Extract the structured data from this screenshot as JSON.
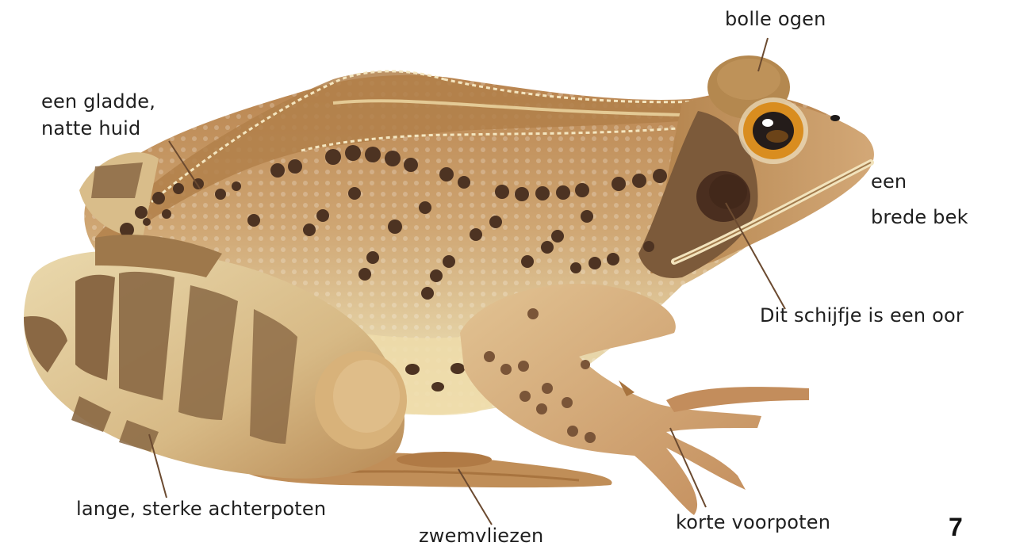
{
  "labels": {
    "bolle_ogen": "bolle ogen",
    "gladde_huid_line1": "een gladde,",
    "gladde_huid_line2": "natte huid",
    "brede_bek_line1": "een",
    "brede_bek_line2": "brede bek",
    "oor": "Dit schijfje is een oor",
    "achterpoten": "lange, sterke achterpoten",
    "zwemvliezen": "zwemvliezen",
    "voorpoten": "korte voorpoten"
  },
  "page_number": "7",
  "colors": {
    "body_light": "#e3cfa2",
    "body_mid": "#c99d68",
    "body_dark": "#8a6640",
    "stripe": "#8a6844",
    "spot": "#4d3322",
    "eye_iris": "#d98d1f",
    "leader_line": "#6b4a30"
  }
}
